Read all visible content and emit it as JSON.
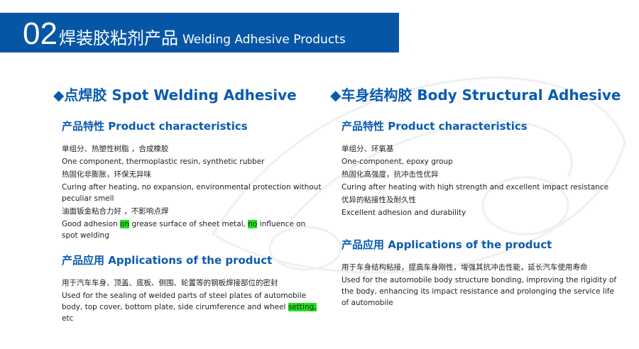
{
  "header": {
    "number": "02",
    "title_cn": "焊装胶粘剂产品",
    "title_en": "Welding Adhesive Products",
    "bg_color": "#0756a6"
  },
  "left": {
    "title": "◆点焊胶 Spot Welding Adhesive",
    "char_title": "产品特性  Product characteristics",
    "char_lines": [
      [
        {
          "t": "单组分、热塑性树脂 ，合成橡胶"
        }
      ],
      [
        {
          "t": "One component, thermoplastic resin, synthetic rubber"
        }
      ],
      [
        {
          "t": "热固化非膨胀，环保无异味"
        }
      ],
      [
        {
          "t": "Curing after heating, no expansion, environmental protection without peculiar smell"
        }
      ],
      [
        {
          "t": "油面钣金粘合力好 ，不影响点焊"
        }
      ],
      [
        {
          "t": "Good adhesion "
        },
        {
          "t": "on",
          "hl": true
        },
        {
          "t": " grease surface of sheet metal, "
        },
        {
          "t": "no",
          "hl": true
        },
        {
          "t": " influence on spot welding"
        }
      ]
    ],
    "app_title": "产品应用  Applications of the product",
    "app_lines": [
      [
        {
          "t": "用于汽车车身、顶盖、底板、侧围、轮置等的钢板焊接部位的密封"
        }
      ],
      [
        {
          "t": "Used for the sealing of welded parts of steel plates of automobile body, top cover, bottom plate, side cirumference and wheel "
        },
        {
          "t": "setting,",
          "hl": true
        },
        {
          "t": " etc"
        }
      ]
    ]
  },
  "right": {
    "title": "◆车身结构胶 Body Structural Adhesive",
    "char_title": "产品特性  Product characteristics",
    "char_lines": [
      [
        {
          "t": "单组分、环氧基"
        }
      ],
      [
        {
          "t": "One-component, epoxy group"
        }
      ],
      [
        {
          "t": "热固化高强度，抗冲击性优异"
        }
      ],
      [
        {
          "t": "Curing after heating with high strength and excellent impact resistance"
        }
      ],
      [
        {
          "t": "优异的粘接性及耐久性"
        }
      ],
      [
        {
          "t": "Excellent adhesion and durability"
        }
      ]
    ],
    "app_title": "产品应用  Applications of the product",
    "app_lines": [
      [
        {
          "t": "用于车身结构粘接，提高车身刚性，增强其抗冲击性能，延长汽车使用寿命"
        }
      ],
      [
        {
          "t": "Used for the automobile body structure bonding, improving the rigidity of the body, enhancing its impact resistance and prolonging the service life of automobile"
        }
      ]
    ]
  }
}
